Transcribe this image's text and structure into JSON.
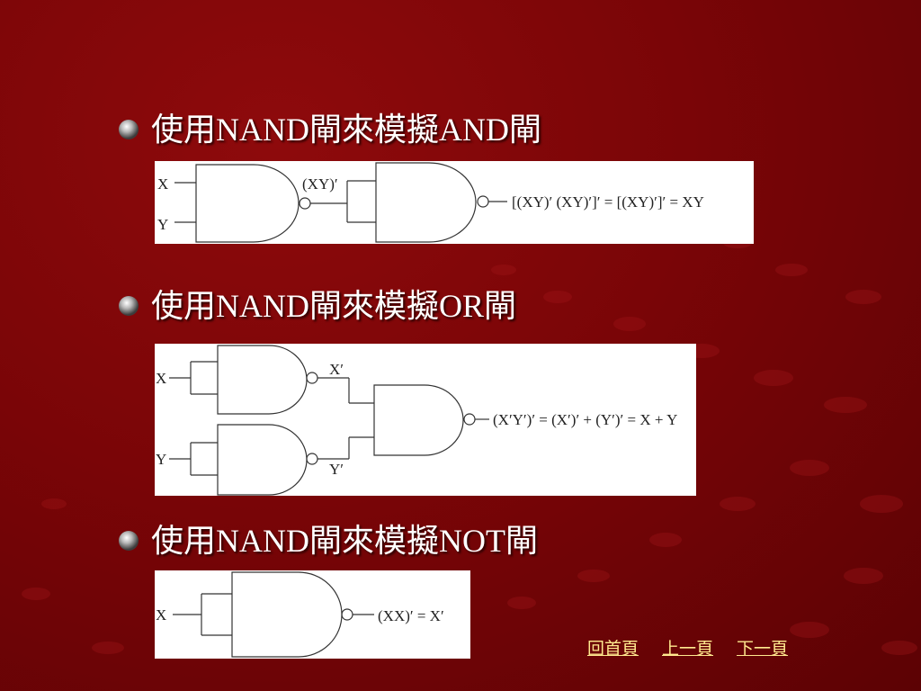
{
  "sections": [
    {
      "heading": "使用NAND閘來模擬AND閘",
      "labels": {
        "input_x": "X",
        "input_y": "Y",
        "mid": "(XY)′",
        "output": "[(XY)′ (XY)′]′  = [(XY)′]′ = XY"
      }
    },
    {
      "heading": "使用NAND閘來模擬OR閘",
      "labels": {
        "input_x": "X",
        "input_y": "Y",
        "mid_x": "X′",
        "mid_y": "Y′",
        "output": "(X′Y′)′  = (X′)′ + (Y′)′ = X + Y"
      }
    },
    {
      "heading": "使用NAND閘來模擬NOT閘",
      "labels": {
        "input_x": "X",
        "output": "(XX)′  = X′"
      }
    }
  ],
  "nav": {
    "home": "回首頁",
    "prev": "上一頁",
    "next": "下一頁"
  },
  "colors": {
    "background": "#7a0507",
    "heading_text": "#ffffff",
    "nav_link": "#ffe98f"
  },
  "icons": {
    "bullet": "gray-sphere-bullet-icon"
  }
}
